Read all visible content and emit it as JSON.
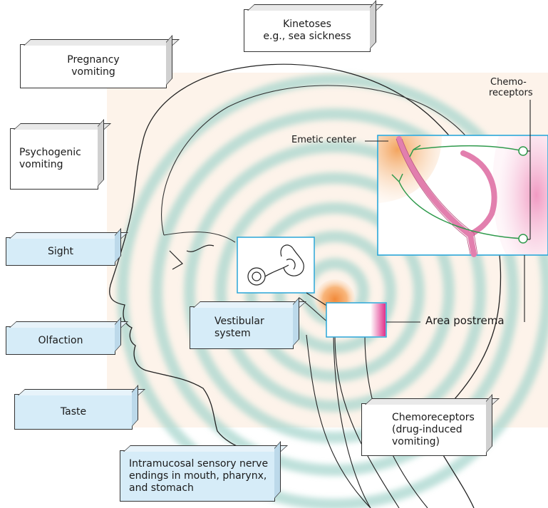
{
  "boxes": {
    "kinetoses": {
      "line1": "Kinetoses",
      "line2": "e.g., sea sickness"
    },
    "pregnancy": {
      "line1": "Pregnancy",
      "line2": "vomiting"
    },
    "psychogenic": {
      "line1": "Psychogenic",
      "line2": "vomiting"
    },
    "sight": "Sight",
    "olfaction": "Olfaction",
    "taste": "Taste",
    "vestibular": {
      "line1": "Vestibular",
      "line2": "system"
    },
    "intramucosal": {
      "line1": "Intramucosal sensory nerve",
      "line2": "endings in mouth, pharynx,",
      "line3": "and stomach"
    },
    "chemoreceptors_drug": {
      "line1": "Chemoreceptors",
      "line2": "(drug-induced",
      "line3": "vomiting)"
    }
  },
  "labels": {
    "emetic_center": "Emetic center",
    "chemo_receptors": {
      "line1": "Chemo-",
      "line2": "receptors"
    },
    "area_postrema": "Area postrema"
  },
  "colors": {
    "box_blue": "#d6ecf8",
    "frame_blue": "#2aa6d8",
    "ring_teal": "#9fd1c9",
    "emetic_orange": "#f6a360",
    "postrema_pink": "#f2a7c9",
    "vessel_pink": "#e27fae",
    "nerve_green": "#2f9a4c",
    "background_peach": "#fdf2e8"
  }
}
